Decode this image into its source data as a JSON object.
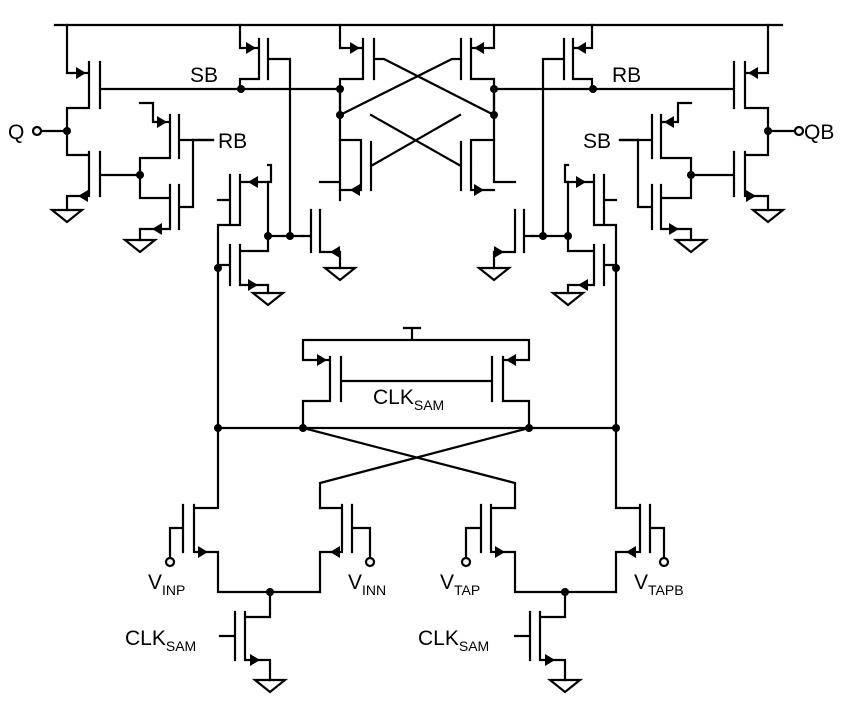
{
  "labels": {
    "q": "Q",
    "qb": "QB",
    "sb_top": "SB",
    "rb_top": "RB",
    "rb_side": "RB",
    "sb_side": "SB",
    "clk_sam_mid": {
      "main": "CLK",
      "sub": "SAM"
    },
    "v_inp": {
      "main": "V",
      "sub": "INP"
    },
    "v_inn": {
      "main": "V",
      "sub": "INN"
    },
    "v_tap": {
      "main": "V",
      "sub": "TAP"
    },
    "v_tapb": {
      "main": "V",
      "sub": "TAPB"
    },
    "clk_sam_left": {
      "main": "CLK",
      "sub": "SAM"
    },
    "clk_sam_right": {
      "main": "CLK",
      "sub": "SAM"
    }
  }
}
